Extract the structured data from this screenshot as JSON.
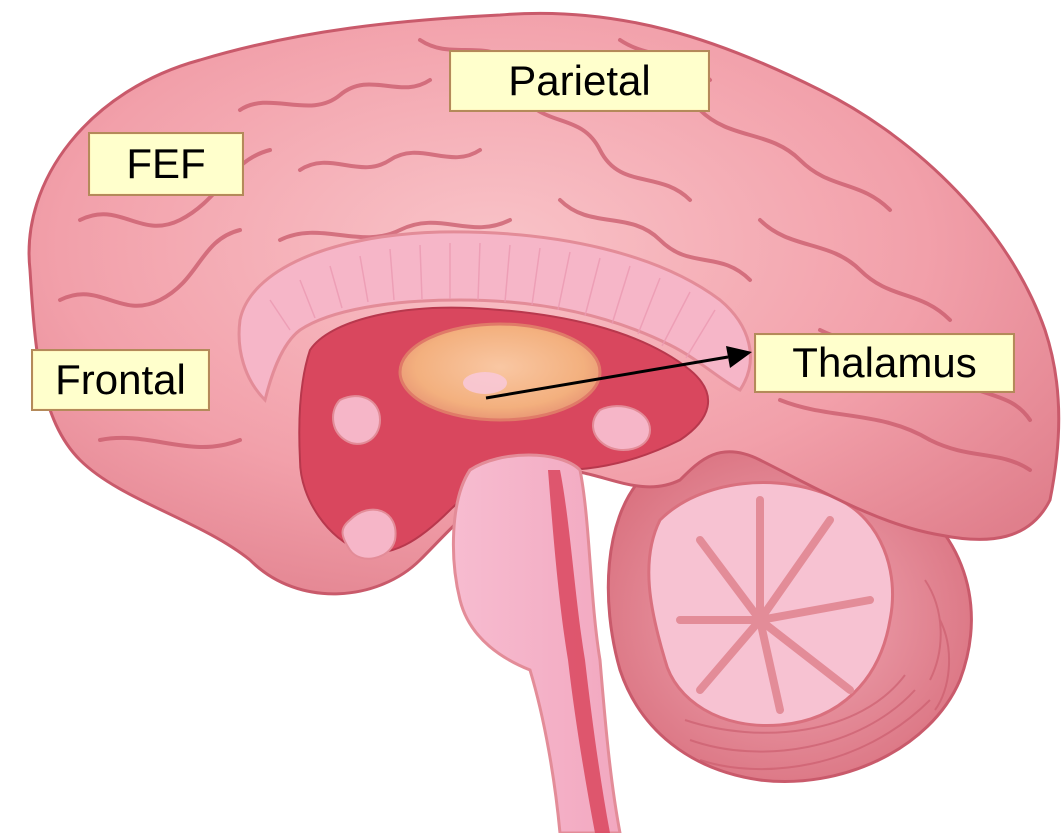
{
  "labels": {
    "parietal": "Parietal",
    "fef": "FEF",
    "frontal": "Frontal",
    "thalamus": "Thalamus"
  },
  "colors": {
    "cortex": "#f2a0aa",
    "cortex_dark": "#d9707e",
    "sulcus": "#c95a6b",
    "inner_pink": "#f6b6c8",
    "inner_red": "#d9475e",
    "thalamus": "#f3b07e",
    "cerebellum_outer": "#e38c98",
    "cerebellum_inner": "#f7c2d2",
    "label_bg": "#ffffcc",
    "label_border": "#b48a5a",
    "arrow": "#000000"
  },
  "arrow": {
    "from": "thalamus-structure",
    "to": "thalamus-label"
  }
}
